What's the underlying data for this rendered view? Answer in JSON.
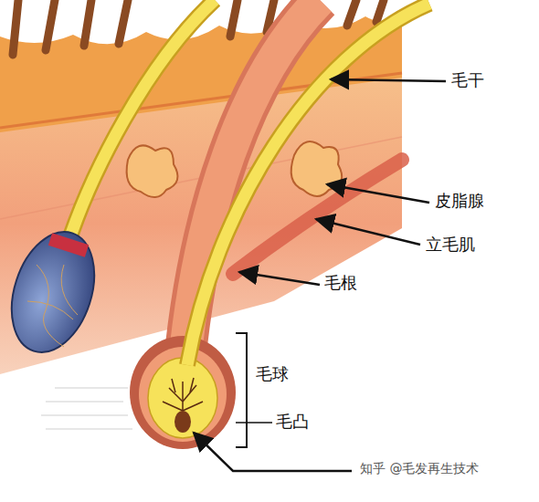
{
  "diagram": {
    "labels": [
      "毛干",
      "皮脂腺",
      "立毛肌",
      "毛根",
      "毛球",
      "毛凸",
      "知乎 @毛发再生技术"
    ]
  }
}
